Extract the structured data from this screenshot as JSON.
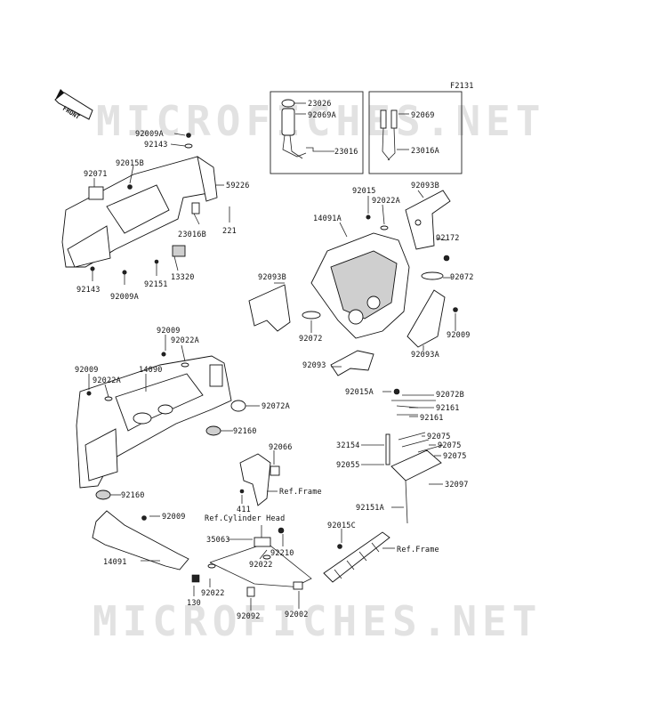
{
  "diagram_code": "F2131",
  "front_label": "FRONT",
  "watermark": "MICROFICHES.NET",
  "labels": {
    "l23026": "23026",
    "l92069A": "92069A",
    "l23016": "23016",
    "l92069": "92069",
    "l23016A": "23016A",
    "l92009A_top": "92009A",
    "l92143_top": "92143",
    "l92015B": "92015B",
    "l92071": "92071",
    "l59226": "59226",
    "l23016B": "23016B",
    "l221": "221",
    "l13320": "13320",
    "l92151": "92151",
    "l92143_bot": "92143",
    "l92009A_bot": "92009A",
    "l92015": "92015",
    "l92093B_top": "92093B",
    "l92022A_top": "92022A",
    "l14091A": "14091A",
    "l92172": "92172",
    "l92093B_left": "92093B",
    "l92072_right": "92072",
    "l92072_mid": "92072",
    "l92009_right": "92009",
    "l92093A": "92093A",
    "l92093": "92093",
    "l92009_a": "92009",
    "l92022A_a": "92022A",
    "l92009_b": "92009",
    "l14090": "14090",
    "l92022A_b": "92022A",
    "l92072A": "92072A",
    "l92160_a": "92160",
    "l92160_b": "92160",
    "l92066": "92066",
    "l411": "411",
    "ref_frame_1": "Ref.Frame",
    "l92015A": "92015A",
    "l92072B": "92072B",
    "l92161_a": "92161",
    "l92161_b": "92161",
    "l32154": "32154",
    "l92075_a": "92075",
    "l92075_b": "92075",
    "l92075_c": "92075",
    "l92055": "92055",
    "l32097": "32097",
    "l92151A": "92151A",
    "l92009_c": "92009",
    "ref_cyl_head": "Ref.Cylinder Head",
    "l35063": "35063",
    "l92210": "92210",
    "l92022_a": "92022",
    "l14091": "14091",
    "l92015C": "92015C",
    "ref_frame_2": "Ref.Frame",
    "l92022_b": "92022",
    "l130": "130",
    "l92092": "92092",
    "l92002": "92002"
  }
}
